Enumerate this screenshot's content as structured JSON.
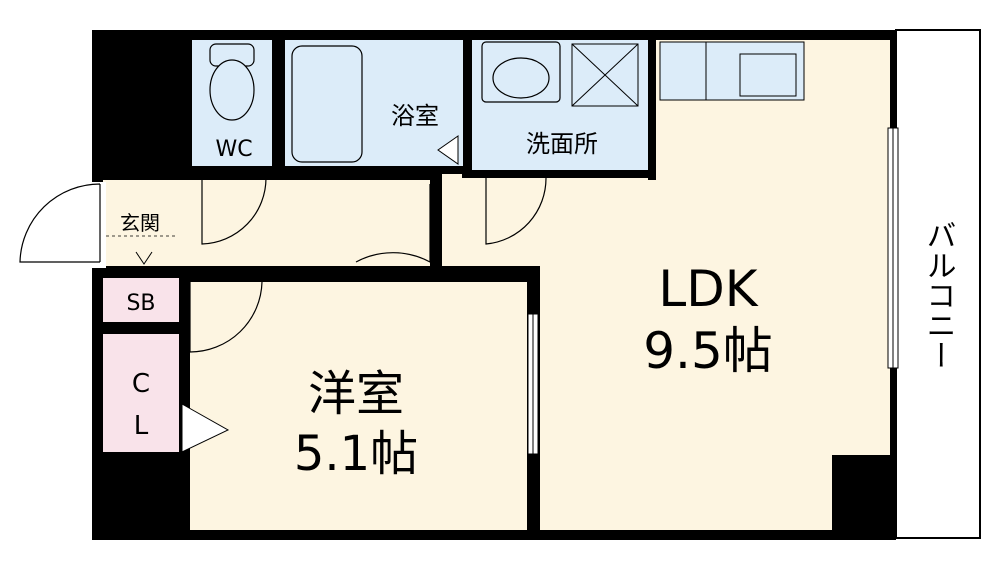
{
  "floorplan": {
    "rooms": {
      "wc": {
        "label": "WC"
      },
      "bath": {
        "label": "浴室"
      },
      "washroom": {
        "label": "洗面所"
      },
      "entrance": {
        "label": "玄関"
      },
      "shoe_box": {
        "label": "SB"
      },
      "closet": {
        "line1": "C",
        "line2": "L"
      },
      "western_room": {
        "name": "洋室",
        "size": "5.1帖"
      },
      "ldk": {
        "name": "LDK",
        "size": "9.5帖"
      },
      "balcony": {
        "label": "バルコニー"
      }
    },
    "colors": {
      "wall": "#000000",
      "living_floor": "#fdf5e1",
      "wet_area": "#dcecf9",
      "storage": "#f9e3ea",
      "balcony": "#ffffff"
    }
  }
}
